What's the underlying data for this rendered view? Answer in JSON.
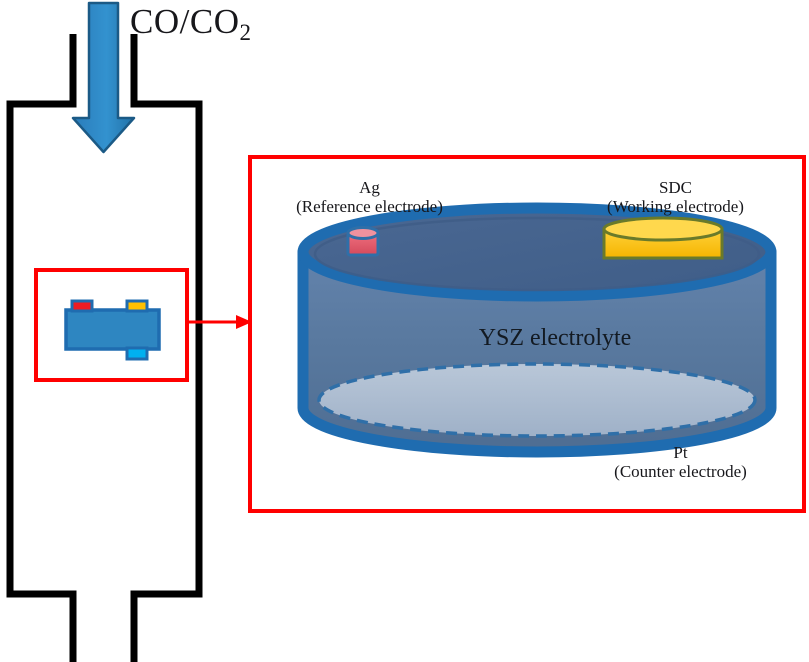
{
  "figure": {
    "title_main": "CO/CO",
    "title_sub": "2",
    "title_full": "CO/CO2"
  },
  "reactor": {
    "name": "reactor-tube",
    "outline_color": "#000000"
  },
  "gas_arrow": {
    "name": "gas-flow-arrow",
    "direction": "down",
    "fill": "#2e86c1",
    "stroke": "#1b5a86"
  },
  "inset": {
    "box_color": "#ff0000",
    "sample_body_fill": "#2e86c1",
    "sample_body_stroke": "#1f6cb0",
    "tab_reference_fill": "#ed1c24",
    "tab_working_fill": "#ffc000",
    "tab_counter_fill": "#00b0f0"
  },
  "connector": {
    "name": "inset-to-detail-arrow",
    "color": "#ff0000"
  },
  "detail_panel": {
    "border_color": "#ff0000",
    "background": "#ffffff"
  },
  "cell": {
    "electrolyte_label": "YSZ electrolyte",
    "electrolyte_body_fill": "#5a7ba6",
    "electrolyte_top_fill": "#44628d",
    "electrolyte_outline": "#1f6cb0",
    "counter_disc_fill": "#a8b8cd",
    "counter_disc_dash": "#2f6fa8",
    "lead_fill": "#1f6cb0"
  },
  "electrodes": [
    {
      "id": "reference",
      "symbol": "Ag",
      "role": "(Reference electrode)",
      "fill": "#e05a6b",
      "stroke": "#2f6fa8",
      "position": "top-left"
    },
    {
      "id": "working",
      "symbol": "SDC",
      "role": "(Working electrode)",
      "fill": "#ffc000",
      "stroke": "#6a7a2a",
      "position": "top-right"
    },
    {
      "id": "counter",
      "symbol": "Pt",
      "role": "(Counter electrode)",
      "fill": "#a8b8cd",
      "stroke": "#2f6fa8",
      "position": "bottom"
    }
  ]
}
